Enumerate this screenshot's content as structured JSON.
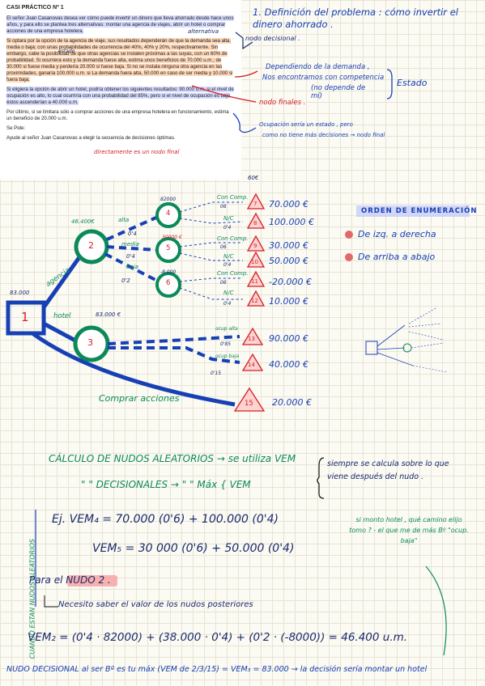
{
  "case": {
    "title": "CASI PRÁCTICO Nº 1",
    "p1": "El señor Juan Casanovas desea ver cómo puede invertir un dinero que lleva ahorrado desde hace unos años, y para ello se plantea tres alternativas: montar una agencia de viajes, abrir un hotel o comprar acciones de una empresa hotelera.",
    "p2": "Si optara por la opción de la agencia de viaje, sus resultados dependerán de que la demanda sea alta, media o baja; con unas probabilidades de ocurrencia del 40%, 40% y 20%, respectivamente. Sin embargo, cabe la posibilidad de que otras agencias se instalen próximas a las suyas, con un 60% de probabilidad. Si ocurriera esto y la demanda fuese alta, estima unos beneficios de 70.000 u.m.; de 30.000 si fuese media y perdería 20.000 si fuese baja. Si no se instala ninguna otra agencia en las proximidades, ganaría 100.000 u.m. si La demanda fuera alta, 50.000 en caso de ser media y 10.000 si fuera baja.",
    "p3": "Si eligiera la opción de abrir un hotel, podría obtener los siguientes resultados: 90.000 u.m. si el nivel de ocupación es alto, lo cual ocurriría con una probabilidad del 85%, pero si el nivel de ocupación es bajo éstos ascenderían a 40.000 u.m.",
    "p4": "Por último, si se limitara sólo a comprar acciones de una empresa hotelera en funcionamiento, estima un beneficio de 20.000 u.m.",
    "p5": "Se Pide:",
    "p6": "Ayude al señor Juan Casanovas a elegir la secuencia de decisiones óptimas."
  },
  "annotations": {
    "def_title": "1. Definición del problema : cómo invertir el dinero ahorrado .",
    "nodo_decisional": "nodo decisional .",
    "alternativa": "alternativa",
    "estado_small": "estado",
    "nodos_finales": "nodo finales .",
    "dependiendo": "Dependiendo de la demanda ,",
    "nos_encuentro": "Nos encontramos con competencia",
    "no_depende": "(no depende de mí)",
    "estado": "Estado",
    "ocupacion": "Ocupación sería un estado , pero",
    "como_no": "como no tiene más decisiones → nodo final",
    "directamente": "directamente es un nodo final",
    "orden_title": "ORDEN DE ENUMERACIÓN",
    "orden_1": "De izq. a derecha",
    "orden_2": "De arriba a abajo"
  },
  "tree": {
    "n1": "1",
    "n2": "2",
    "n3": "3",
    "n4": "4",
    "n5": "5",
    "n6": "6",
    "v_n1": "83.000",
    "v_n2": "46.400€",
    "v_n3": "83.000 €",
    "v_n4": "82000",
    "v_n5": "30000 €",
    "v_n6": "-8.000",
    "agencia": "agencia",
    "hotel": "hotel",
    "acciones": "Comprar acciones",
    "alta": "alta",
    "media": "media",
    "baja": "baja",
    "p04a": "0'4",
    "p04b": "0'4",
    "p02": "0'2",
    "con_comp": "Con Comp.",
    "nc": "N/C",
    "p06": "06",
    "p04": "0'4",
    "ocup_alta": "ocup alta",
    "ocup_baja": "ocup baja",
    "p085": "0'85",
    "p015": "0'15",
    "f7": "7",
    "f8": "8",
    "f9": "9",
    "f10": "10",
    "f11": "11",
    "f12": "12",
    "f13": "13",
    "f14": "14",
    "f15": "15",
    "r7": "70.000 €",
    "r8": "100.000 €",
    "r9": "30.000 €",
    "r10": "50.000 €",
    "r11": "-20.000 €",
    "r12": "10.000 €",
    "r13": "90.000 €",
    "r14": "40.000 €",
    "r15": "20.000 €",
    "top_value": "60€"
  },
  "calc": {
    "line1": "CÁLCULO DE NUDOS ALEATORIOS → se utiliza VEM",
    "line2": "\" \" DECISIONALES → \" \" Máx { VEM",
    "brace_note": "siempre se calcula sobre lo que viene después del nudo .",
    "side_label": "CUANDO ESTAN NUDOS ALEATORIOS",
    "ej1": "Ej.   VEM₄ = 70.000 (0'6) + 100.000 (0'4)",
    "ej2": "VEM₅ = 30 000 (0'6) + 50.000 (0'4)",
    "green_note": "si monto hotel , qué camino elijo tomo ? - el que me de más Bº \"ocup. baja\"",
    "nudo2": "Para el NUDO 2 .",
    "necesito": "Necesito saber el valor de los nudos posteriores",
    "vem2": "VEM₂ = (0'4 · 82000) + (38.000 · 0'4) + (0'2 · (-8000)) = 46.400 u.m.",
    "last": "NUDO DECISIONAL al ser Bº es tu máx (VEM de 2/3/15) = VEM₃ = 83.000 → la decisión sería montar un hotel"
  },
  "colors": {
    "blue": "#1740b5",
    "green": "#0b8a58",
    "red": "#d3202a",
    "navy": "#1a2a6e"
  }
}
